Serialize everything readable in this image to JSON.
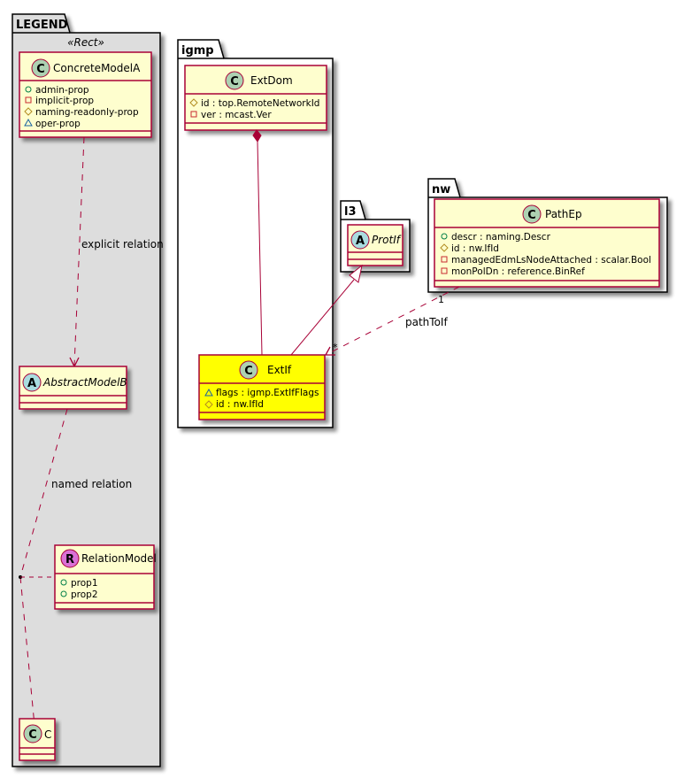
{
  "colors": {
    "class_fill": "#FEFECE",
    "class_fill_highlight": "#FFFF00",
    "class_border": "#A80036",
    "legend_fill": "#DDDDDD",
    "relation": "#A80036",
    "class_circle": "#ADD1B2",
    "abstract_circle": "#A9DCDF",
    "relation_circle": "#DA70D6"
  },
  "packages": {
    "legend": {
      "name": "LEGEND",
      "stereotype": "«Rect»"
    },
    "igmp": {
      "name": "igmp"
    },
    "l3": {
      "name": "l3"
    },
    "nw": {
      "name": "nw"
    }
  },
  "classes": {
    "concrete_model_a": {
      "kind": "C",
      "name": "ConcreteModelA",
      "attributes": [
        {
          "visibility": "public",
          "text": "admin-prop"
        },
        {
          "visibility": "private",
          "text": "implicit-prop"
        },
        {
          "visibility": "protected",
          "text": "naming-readonly-prop"
        },
        {
          "visibility": "package",
          "text": "oper-prop"
        }
      ]
    },
    "abstract_model_b": {
      "kind": "A",
      "name": "AbstractModelB"
    },
    "relation_model": {
      "kind": "R",
      "name": "RelationModel",
      "attributes": [
        {
          "visibility": "public",
          "text": "prop1"
        },
        {
          "visibility": "public",
          "text": "prop2"
        }
      ]
    },
    "c": {
      "kind": "C",
      "name": "C"
    },
    "ext_dom": {
      "kind": "C",
      "name": "ExtDom",
      "attributes": [
        {
          "visibility": "protected",
          "text": "id : top.RemoteNetworkId"
        },
        {
          "visibility": "private",
          "text": "ver : mcast.Ver"
        }
      ]
    },
    "ext_if": {
      "kind": "C",
      "name": "ExtIf",
      "attributes": [
        {
          "visibility": "package",
          "text": "flags : igmp.ExtIfFlags"
        },
        {
          "visibility": "protected",
          "text": "id : nw.IfId"
        }
      ]
    },
    "prot_if": {
      "kind": "A",
      "name": "ProtIf"
    },
    "path_ep": {
      "kind": "C",
      "name": "PathEp",
      "attributes": [
        {
          "visibility": "public",
          "text": "descr : naming.Descr"
        },
        {
          "visibility": "protected",
          "text": "id : nw.IfId"
        },
        {
          "visibility": "private",
          "text": "managedEdmLsNodeAttached : scalar.Bool"
        },
        {
          "visibility": "private",
          "text": "monPolDn : reference.BinRef"
        }
      ]
    }
  },
  "relations": {
    "explicit": {
      "label": "explicit relation"
    },
    "named": {
      "label": "named relation"
    },
    "path_to_if": {
      "label": "pathToIf",
      "source_mult": "1",
      "target_mult": "*"
    }
  }
}
